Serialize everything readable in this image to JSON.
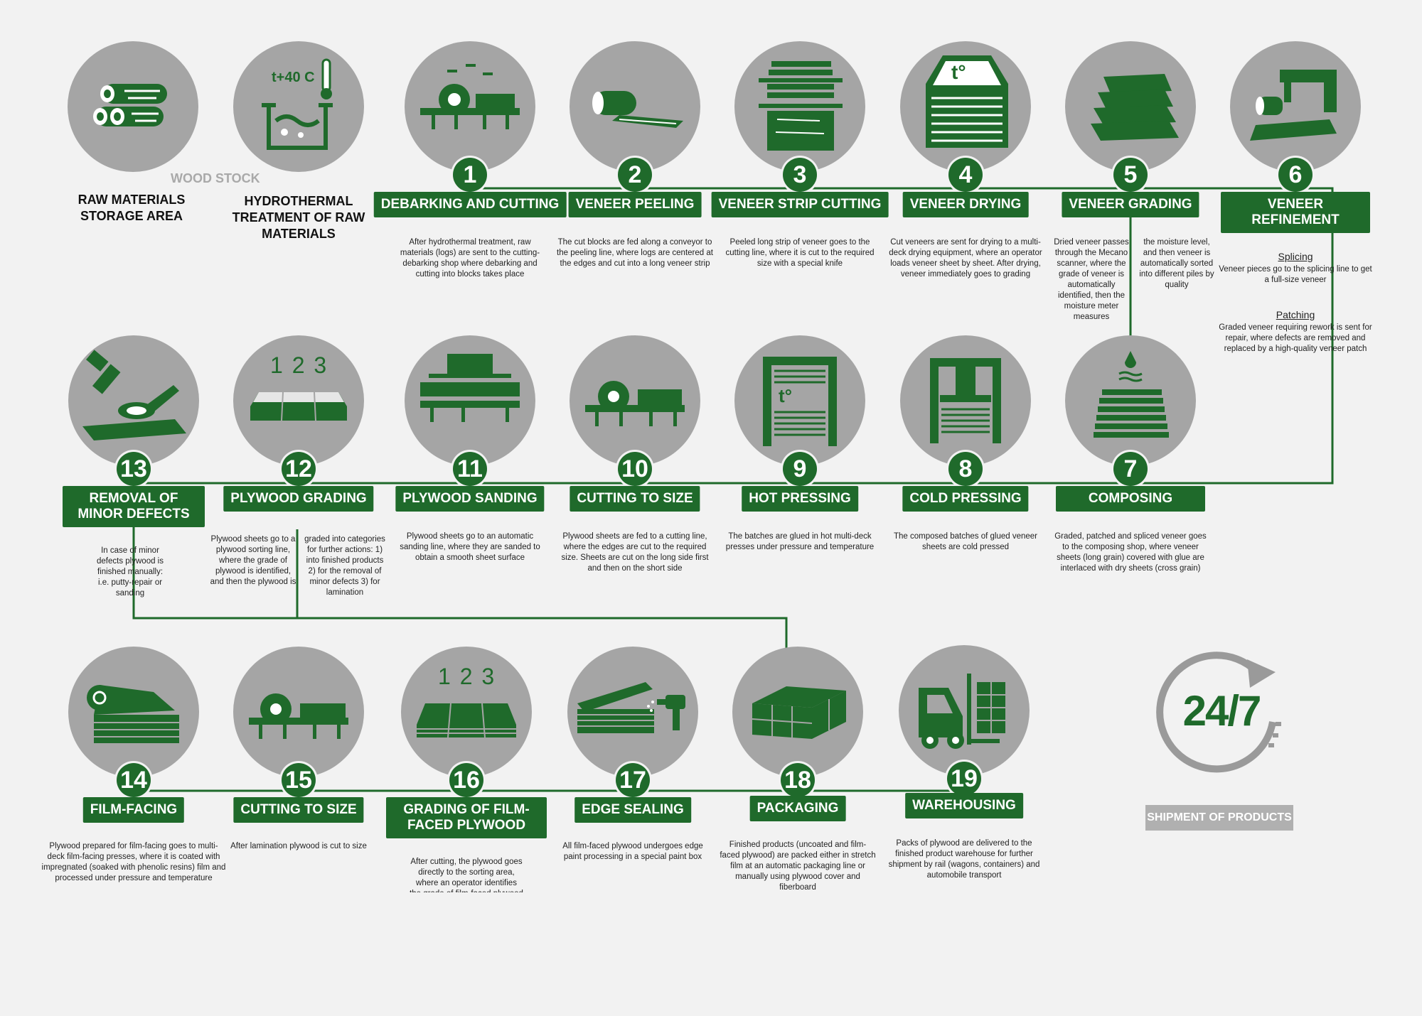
{
  "intro": {
    "wood_stock": "WOOD STOCK",
    "raw_storage_label": "RAW MATERIALS STORAGE AREA",
    "hydro_label": "HYDROTHERMAL TREATMENT OF RAW MATERIALS",
    "hydro_temp": "t+40 C"
  },
  "steps": [
    {
      "num": "1",
      "title": "DEBARKING AND CUTTING",
      "desc": "After hydrothermal treatment, raw materials (logs) are sent to the cutting-debarking shop where debarking and cutting into blocks takes place",
      "icon": "saw-cutting-icon"
    },
    {
      "num": "2",
      "title": "VENEER PEELING",
      "desc": "The cut blocks are fed along a conveyor to the peeling line, where logs are centered at the edges and cut into a long veneer strip",
      "icon": "log-peeling-icon"
    },
    {
      "num": "3",
      "title": "VENEER STRIP CUTTING",
      "desc": "Peeled long strip of veneer goes to the cutting line, where it is cut to the required size with a special knife",
      "icon": "veneer-strip-icon"
    },
    {
      "num": "4",
      "title": "VENEER DRYING",
      "desc": "Cut veneers are sent for drying to a multi-deck drying equipment, where an operator loads veneer sheet by sheet. After drying, veneer immediately goes to grading",
      "icon": "dryer-icon",
      "dryer_glyph": "t°"
    },
    {
      "num": "5",
      "title": "VENEER GRADING",
      "desc_left": "Dried veneer passes through the Mecano scanner, where the grade of veneer is automatically identified, then the moisture meter measures",
      "desc_right": "the moisture level, and then veneer is automatically sorted into different piles by quality",
      "icon": "veneer-stack-icon"
    },
    {
      "num": "6",
      "title": "VENEER REFINEMENT",
      "splicing_title": "Splicing",
      "splicing_desc": "Veneer pieces go to the splicing line to get a full-size veneer",
      "patching_title": "Patching",
      "patching_desc": "Graded veneer requiring rework is sent for repair, where defects are removed and replaced by a high-quality veneer patch",
      "icon": "sewing-machine-icon"
    },
    {
      "num": "7",
      "title": "COMPOSING",
      "desc": "Graded, patched and spliced veneer goes to the composing shop, where veneer sheets (long grain) covered with glue are interlaced with dry sheets (cross grain)",
      "icon": "glue-stack-icon"
    },
    {
      "num": "8",
      "title": "COLD PRESSING",
      "desc": "The composed batches of glued veneer sheets are cold pressed",
      "icon": "cold-press-icon"
    },
    {
      "num": "9",
      "title": "HOT PRESSING",
      "desc": "The batches are glued in hot multi-deck presses under pressure and temperature",
      "icon": "hot-press-icon",
      "press_glyph": "t°"
    },
    {
      "num": "10",
      "title": "CUTTING TO SIZE",
      "desc": "Plywood sheets are fed to a cutting line, where the edges are cut to the required size. Sheets are cut on the long side first and then on the short side",
      "icon": "saw-table-icon"
    },
    {
      "num": "11",
      "title": "PLYWOOD SANDING",
      "desc": "Plywood sheets go to an automatic sanding line, where they are sanded to obtain a smooth sheet surface",
      "icon": "sanding-machine-icon"
    },
    {
      "num": "12",
      "title": "PLYWOOD GRADING",
      "desc_left": "Plywood sheets go to a plywood sorting line, where the grade of plywood is identified, and then the plywood is",
      "desc_right": "graded into categories for further actions: 1) into finished products 2) for the removal of minor defects 3) for lamination",
      "grades": "1 2 3",
      "icon": "plywood-grades-icon"
    },
    {
      "num": "13",
      "title": "REMOVAL OF MINOR DEFECTS",
      "desc": "In case of minor defects plywood is finished manually: i.e. putty-repair or sanding",
      "icon": "putty-brush-icon"
    },
    {
      "num": "14",
      "title": "FILM-FACING",
      "desc": "Plywood prepared for film-facing goes to multi-deck film-facing presses, where it is coated with impregnated (soaked with phenolic resins) film and processed under pressure and temperature",
      "icon": "film-roll-icon"
    },
    {
      "num": "15",
      "title": "CUTTING TO SIZE",
      "desc": "After lamination plywood is cut to size",
      "icon": "saw-table-icon"
    },
    {
      "num": "16",
      "title": "GRADING OF FILM-FACED PLYWOOD",
      "desc": "After cutting, the plywood goes directly to the sorting area, where an operator identifies the grade of film-faced plywood",
      "grades": "1 2 3",
      "icon": "film-grades-icon"
    },
    {
      "num": "17",
      "title": "EDGE SEALING",
      "desc": "All film-faced plywood undergoes edge paint processing in a special paint box",
      "icon": "spray-gun-icon"
    },
    {
      "num": "18",
      "title": "PACKAGING",
      "desc": "Finished products (uncoated and film-faced plywood) are packed either in stretch film at an automatic packaging line or manually using plywood cover and fiberboard",
      "icon": "package-icon"
    },
    {
      "num": "19",
      "title": "WAREHOUSING",
      "desc": "Packs of plywood are delivered to the finished product warehouse for further shipment by rail (wagons, containers) and automobile transport",
      "icon": "forklift-icon"
    }
  ],
  "shipment": {
    "label": "SHIPMENT OF PRODUCTS",
    "badge": "24/7"
  },
  "colors": {
    "green": "#1f6a2b",
    "circle_gray": "#a5a5a5",
    "background": "#f2f2f2",
    "label_gray": "#a9a9a9"
  }
}
